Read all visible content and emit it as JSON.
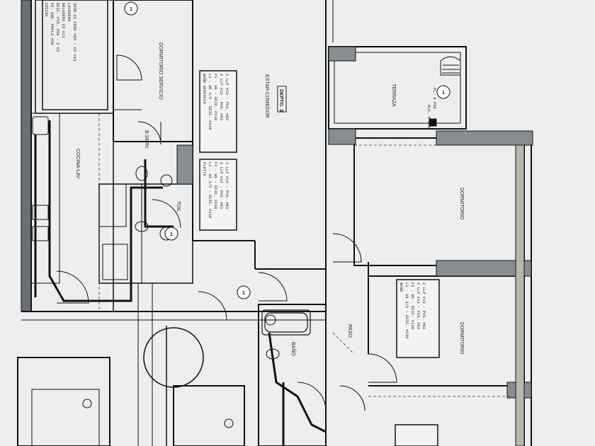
{
  "rooms": {
    "dormitorio_servicio": "DORMITORIO SERVICIO",
    "estar_comedor": "ESTAR-COMEDOR",
    "depto": "DEPTO. 3",
    "terraza": "TERRAZA",
    "cocina": "COCINA-LAV",
    "dormitorio_1": "DORMITORIO",
    "dormitorio_2": "DORMITORIO",
    "paso": "PASO",
    "bano": "BAÑO",
    "toilet": "TOIL",
    "baño_serv": "B.SERV."
  },
  "markers": {
    "m1": "1",
    "m2": "1",
    "m3": "1",
    "m4": "1"
  },
  "notes": {
    "serv_box": [
      "BAÑO SERVICIO",
      "L1 - WC 1/2 - ECIC. #110",
      "F1 - W1 - ECIC. #110",
      "2 LLP #13 - PVS. #63",
      "2 LLP #13 - PVS. #63"
    ],
    "fuente_box": [
      "PLETTE",
      "L1 - W1 1/2 - ECIC. #110",
      "F1 - W1 - ECIC. #110",
      "2 LLP #13 - PVS. #63",
      "2 LLP #13 - PVS. #63"
    ],
    "dorm_box": [
      "BAÑO",
      "L1 - W1 1/2 - ECIC. #110",
      "F1 - W1 - ECIC. #110",
      "2 LLP #13 - PVS. #63",
      "2 LLP #13 - PVS. #63"
    ],
    "coc_box": [
      "COCINA",
      "PC. ENC. PRFLS #50",
      "ECIC. PVS. #50 - 2 CS",
      "HELADERA CS #13",
      "LAVADERO",
      "SPSO CS FERD #63 - CS #13"
    ],
    "terr_box": [
      "PL. 8 #50",
      "RLC. 8 8/9"
    ]
  }
}
